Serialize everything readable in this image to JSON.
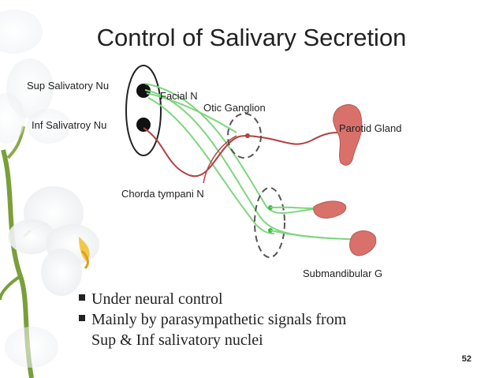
{
  "slide": {
    "title": "Control of Salivary Secretion",
    "labels": {
      "sup_nucleus": "Sup Salivatory Nu",
      "inf_nucleus": "Inf Salivatroy Nu",
      "facial_nerve": "Facial N",
      "otic_ganglion": "Otic Ganglion",
      "parotid_gland": "Parotid Gland",
      "chorda_tympani": "Chorda tympani N",
      "submandibular_gland": "Submandibular G"
    },
    "bullets": [
      "Under neural control",
      "Mainly by parasympathetic signals from"
    ],
    "bullet_continuation": "Sup &  Inf  salivatory nuclei",
    "page_number": "52",
    "colors": {
      "green_nerve": "#7ed67e",
      "red_nerve": "#b34040",
      "gland": "#d9706a",
      "flower_stem": "#7a9e3a"
    }
  }
}
